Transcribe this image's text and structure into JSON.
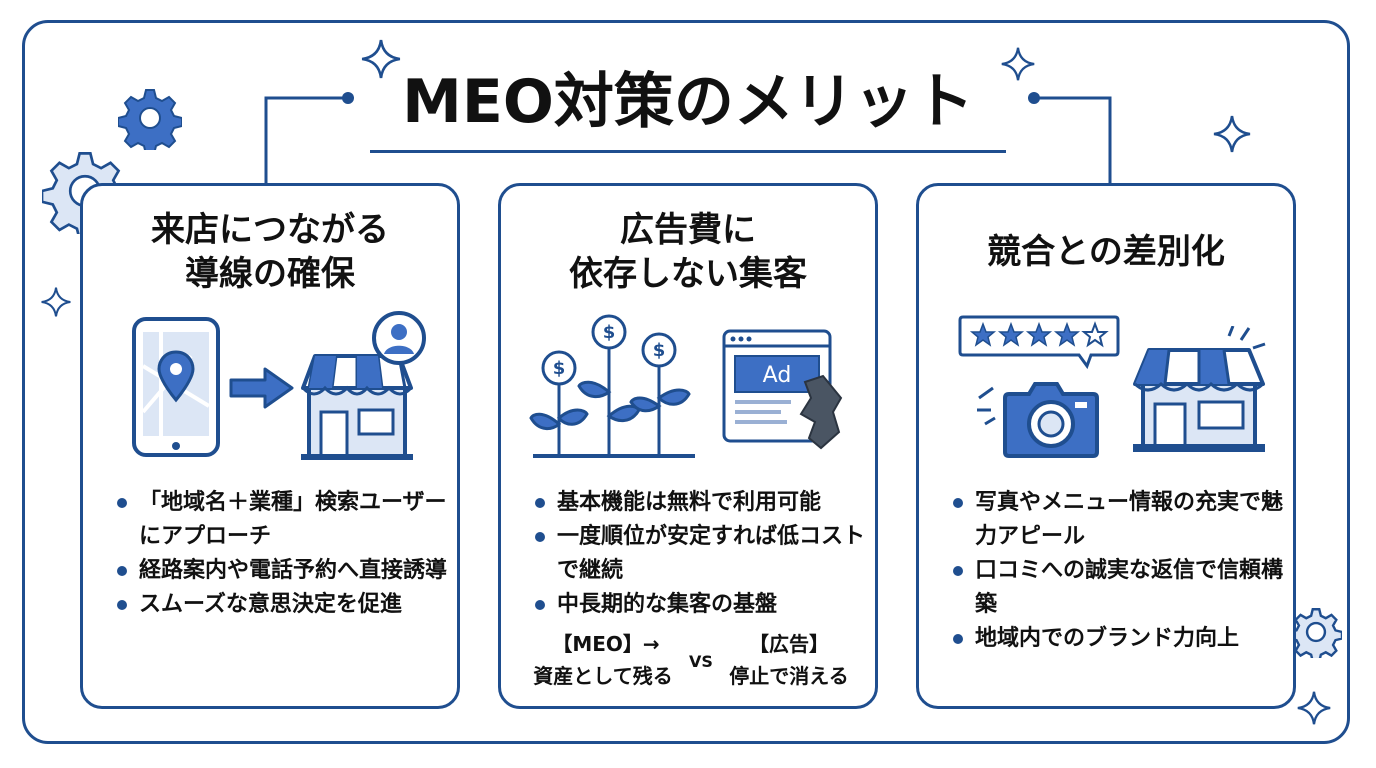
{
  "title": "MEO対策のメリット",
  "cards": [
    {
      "title_line1": "来店につながる",
      "title_line2": "導線の確保",
      "bullets": [
        "「地域名＋業種」検索ユーザーにアプローチ",
        "経路案内や電話予約へ直接誘導",
        "スムーズな意思決定を促進"
      ]
    },
    {
      "title_line1": "広告費に",
      "title_line2": "依存しない集客",
      "bullets": [
        "基本機能は無料で利用可能",
        "一度順位が安定すれば低コストで継続",
        "中長期的な集客の基盤"
      ],
      "comparison": {
        "left_title": "【MEO】→",
        "left_text": "資産として残る",
        "vs": "VS",
        "right_title": "【広告】",
        "right_text": "停止で消える"
      },
      "ad_label": "Ad",
      "coin_symbol": "$"
    },
    {
      "title_line1": "競合との差別化",
      "bullets": [
        "写真やメニュー情報の充実で魅力アピール",
        "口コミへの誠実な返信で信頼構築",
        "地域内でのブランド力向上"
      ]
    }
  ],
  "colors": {
    "primary": "#1f4e8f",
    "accent": "#3d6fc4",
    "light": "#dce6f5"
  },
  "icons": [
    "gear-icon",
    "sparkle-icon",
    "smartphone-map-icon",
    "arrow-right-icon",
    "storefront-icon",
    "user-avatar-icon",
    "money-plant-icon",
    "ad-window-icon",
    "review-stars-icon",
    "camera-icon"
  ]
}
